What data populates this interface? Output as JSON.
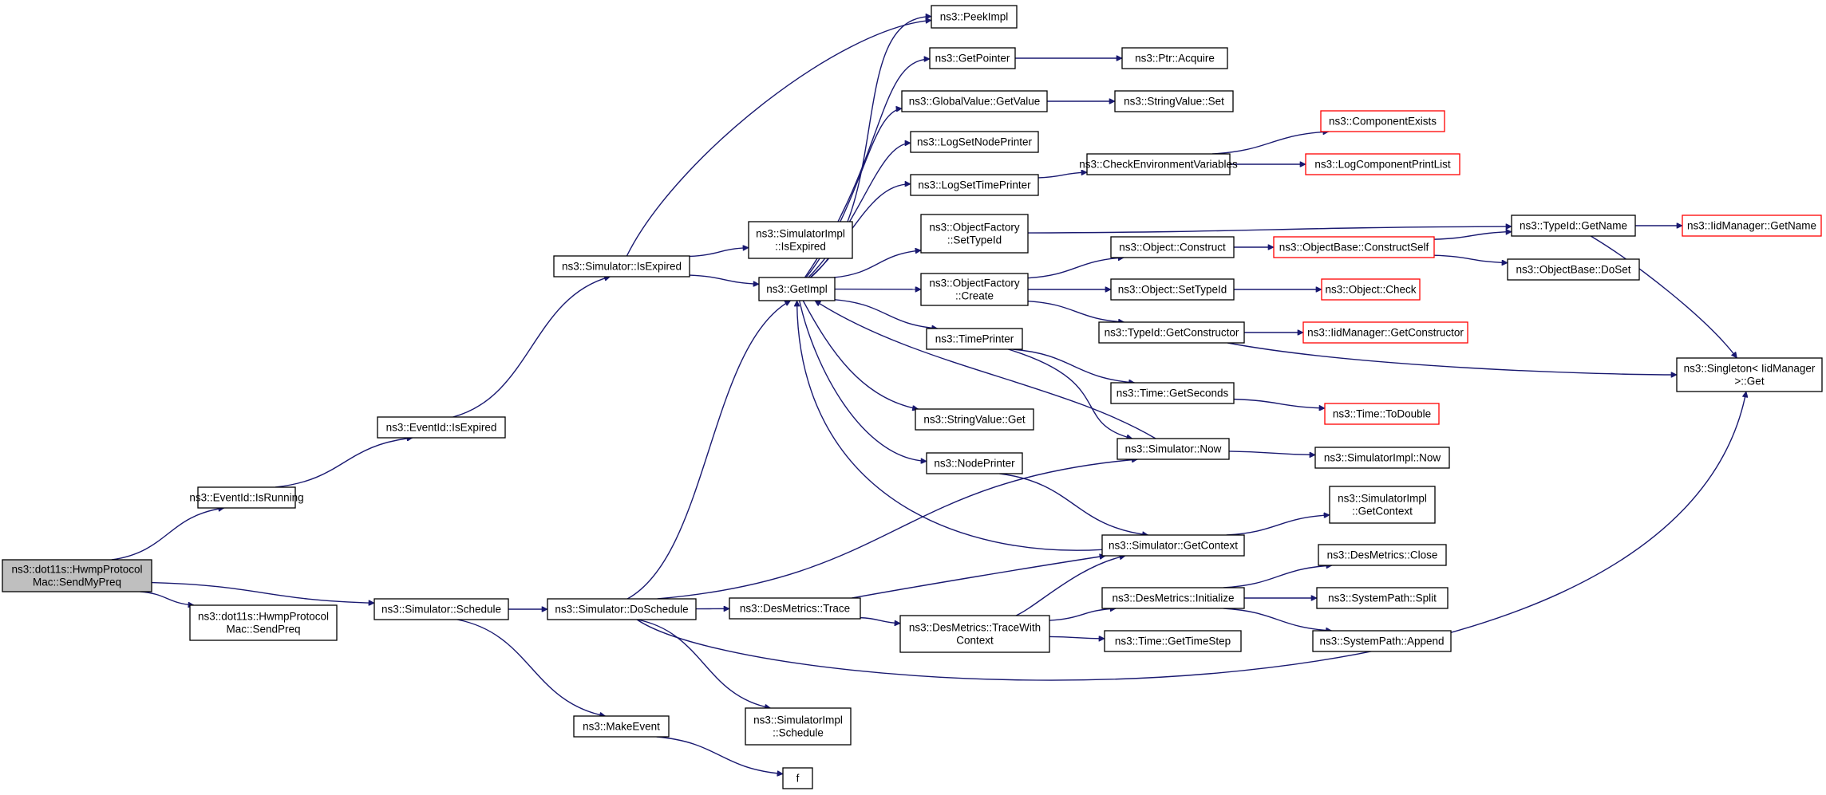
{
  "colors": {
    "edge": "#191970",
    "node_border": "#000000",
    "truncated_border": "#ff0000",
    "root_fill": "#bfbfbf",
    "node_fill": "#ffffff"
  },
  "nodes": [
    {
      "id": "sendmypreq",
      "lines": [
        "ns3::dot11s::HwmpProtocol",
        "Mac::SendMyPreq"
      ],
      "root": true
    },
    {
      "id": "eventid-isrunning",
      "lines": [
        "ns3::EventId::IsRunning"
      ]
    },
    {
      "id": "sendpreq",
      "lines": [
        "ns3::dot11s::HwmpProtocol",
        "Mac::SendPreq"
      ]
    },
    {
      "id": "simulator-schedule",
      "lines": [
        "ns3::Simulator::Schedule"
      ]
    },
    {
      "id": "eventid-isexpired",
      "lines": [
        "ns3::EventId::IsExpired"
      ]
    },
    {
      "id": "simulator-isexpired",
      "lines": [
        "ns3::Simulator::IsExpired"
      ]
    },
    {
      "id": "simulator-doschedule",
      "lines": [
        "ns3::Simulator::DoSchedule"
      ]
    },
    {
      "id": "makeevent",
      "lines": [
        "ns3::MakeEvent"
      ]
    },
    {
      "id": "simulatorimpl-isexpired",
      "lines": [
        "ns3::SimulatorImpl",
        "::IsExpired"
      ]
    },
    {
      "id": "getimpl",
      "lines": [
        "ns3::GetImpl"
      ]
    },
    {
      "id": "simulatorimpl-schedule",
      "lines": [
        "ns3::SimulatorImpl",
        "::Schedule"
      ]
    },
    {
      "id": "f",
      "lines": [
        "f"
      ]
    },
    {
      "id": "peekimpl",
      "lines": [
        "ns3::PeekImpl"
      ]
    },
    {
      "id": "getpointer",
      "lines": [
        "ns3::GetPointer"
      ]
    },
    {
      "id": "globalvalue-getvalue",
      "lines": [
        "ns3::GlobalValue::GetValue"
      ]
    },
    {
      "id": "logsetnodeprinter",
      "lines": [
        "ns3::LogSetNodePrinter"
      ]
    },
    {
      "id": "logsettimeprinter",
      "lines": [
        "ns3::LogSetTimePrinter"
      ]
    },
    {
      "id": "objectfactory-settypeid",
      "lines": [
        "ns3::ObjectFactory",
        "::SetTypeId"
      ]
    },
    {
      "id": "objectfactory-create",
      "lines": [
        "ns3::ObjectFactory",
        "::Create"
      ]
    },
    {
      "id": "timeprinter",
      "lines": [
        "ns3::TimePrinter"
      ]
    },
    {
      "id": "stringvalue-get",
      "lines": [
        "ns3::StringValue::Get"
      ]
    },
    {
      "id": "nodeprinter",
      "lines": [
        "ns3::NodePrinter"
      ]
    },
    {
      "id": "desmetrics-trace",
      "lines": [
        "ns3::DesMetrics::Trace"
      ]
    },
    {
      "id": "desmetrics-tracewithcontext",
      "lines": [
        "ns3::DesMetrics::TraceWith",
        "Context"
      ]
    },
    {
      "id": "ptr-acquire",
      "lines": [
        "ns3::Ptr::Acquire"
      ]
    },
    {
      "id": "stringvalue-set",
      "lines": [
        "ns3::StringValue::Set"
      ]
    },
    {
      "id": "checkenvironmentvariables",
      "lines": [
        "ns3::CheckEnvironmentVariables"
      ]
    },
    {
      "id": "object-construct",
      "lines": [
        "ns3::Object::Construct"
      ]
    },
    {
      "id": "object-settypeid",
      "lines": [
        "ns3::Object::SetTypeId"
      ]
    },
    {
      "id": "typeid-getconstructor",
      "lines": [
        "ns3::TypeId::GetConstructor"
      ]
    },
    {
      "id": "time-getseconds",
      "lines": [
        "ns3::Time::GetSeconds"
      ]
    },
    {
      "id": "simulator-now",
      "lines": [
        "ns3::Simulator::Now"
      ]
    },
    {
      "id": "simulator-getcontext",
      "lines": [
        "ns3::Simulator::GetContext"
      ]
    },
    {
      "id": "desmetrics-initialize",
      "lines": [
        "ns3::DesMetrics::Initialize"
      ]
    },
    {
      "id": "time-gettimestep",
      "lines": [
        "ns3::Time::GetTimeStep"
      ]
    },
    {
      "id": "componentexists",
      "lines": [
        "ns3::ComponentExists"
      ],
      "truncated": true
    },
    {
      "id": "logcomponentprintlist",
      "lines": [
        "ns3::LogComponentPrintList"
      ],
      "truncated": true
    },
    {
      "id": "objectbase-constructself",
      "lines": [
        "ns3::ObjectBase::ConstructSelf"
      ],
      "truncated": true
    },
    {
      "id": "object-check",
      "lines": [
        "ns3::Object::Check"
      ],
      "truncated": true
    },
    {
      "id": "iidmanager-getconstructor",
      "lines": [
        "ns3::IidManager::GetConstructor"
      ],
      "truncated": true
    },
    {
      "id": "time-todouble",
      "lines": [
        "ns3::Time::ToDouble"
      ],
      "truncated": true
    },
    {
      "id": "simulatorimpl-now",
      "lines": [
        "ns3::SimulatorImpl::Now"
      ]
    },
    {
      "id": "simulatorimpl-getcontext",
      "lines": [
        "ns3::SimulatorImpl",
        "::GetContext"
      ]
    },
    {
      "id": "desmetrics-close",
      "lines": [
        "ns3::DesMetrics::Close"
      ]
    },
    {
      "id": "systempath-split",
      "lines": [
        "ns3::SystemPath::Split"
      ]
    },
    {
      "id": "systempath-append",
      "lines": [
        "ns3::SystemPath::Append"
      ]
    },
    {
      "id": "typeid-getname",
      "lines": [
        "ns3::TypeId::GetName"
      ]
    },
    {
      "id": "objectbase-doset",
      "lines": [
        "ns3::ObjectBase::DoSet"
      ]
    },
    {
      "id": "iidmanager-getname",
      "lines": [
        "ns3::IidManager::GetName"
      ],
      "truncated": true
    },
    {
      "id": "singleton-get",
      "lines": [
        "ns3::Singleton< IidManager",
        " >::Get"
      ]
    }
  ],
  "edges": [
    {
      "from": "sendmypreq",
      "to": "eventid-isrunning"
    },
    {
      "from": "sendmypreq",
      "to": "sendpreq"
    },
    {
      "from": "sendmypreq",
      "to": "simulator-schedule"
    },
    {
      "from": "eventid-isrunning",
      "to": "eventid-isexpired"
    },
    {
      "from": "eventid-isexpired",
      "to": "simulator-isexpired"
    },
    {
      "from": "simulator-isexpired",
      "to": "simulatorimpl-isexpired"
    },
    {
      "from": "simulator-isexpired",
      "to": "getimpl"
    },
    {
      "from": "simulator-isexpired",
      "to": "peekimpl"
    },
    {
      "from": "simulator-schedule",
      "to": "simulator-doschedule"
    },
    {
      "from": "simulator-schedule",
      "to": "makeevent"
    },
    {
      "from": "simulator-doschedule",
      "to": "getimpl"
    },
    {
      "from": "simulator-doschedule",
      "to": "desmetrics-trace"
    },
    {
      "from": "simulator-doschedule",
      "to": "simulator-now"
    },
    {
      "from": "simulator-doschedule",
      "to": "simulatorimpl-schedule"
    },
    {
      "from": "simulator-doschedule",
      "to": "singleton-get"
    },
    {
      "from": "makeevent",
      "to": "f"
    },
    {
      "from": "getimpl",
      "to": "peekimpl"
    },
    {
      "from": "getimpl",
      "to": "getpointer"
    },
    {
      "from": "getimpl",
      "to": "globalvalue-getvalue"
    },
    {
      "from": "getimpl",
      "to": "logsetnodeprinter"
    },
    {
      "from": "getimpl",
      "to": "logsettimeprinter"
    },
    {
      "from": "getimpl",
      "to": "objectfactory-settypeid"
    },
    {
      "from": "getimpl",
      "to": "objectfactory-create"
    },
    {
      "from": "getimpl",
      "to": "timeprinter"
    },
    {
      "from": "getimpl",
      "to": "stringvalue-get"
    },
    {
      "from": "getimpl",
      "to": "nodeprinter"
    },
    {
      "from": "getpointer",
      "to": "ptr-acquire"
    },
    {
      "from": "globalvalue-getvalue",
      "to": "stringvalue-set"
    },
    {
      "from": "logsettimeprinter",
      "to": "checkenvironmentvariables"
    },
    {
      "from": "checkenvironmentvariables",
      "to": "componentexists"
    },
    {
      "from": "checkenvironmentvariables",
      "to": "logcomponentprintlist"
    },
    {
      "from": "objectfactory-settypeid",
      "to": "typeid-getname"
    },
    {
      "from": "objectfactory-create",
      "to": "object-construct"
    },
    {
      "from": "objectfactory-create",
      "to": "object-settypeid"
    },
    {
      "from": "objectfactory-create",
      "to": "typeid-getconstructor"
    },
    {
      "from": "object-construct",
      "to": "objectbase-constructself"
    },
    {
      "from": "object-settypeid",
      "to": "object-check"
    },
    {
      "from": "typeid-getconstructor",
      "to": "iidmanager-getconstructor"
    },
    {
      "from": "typeid-getconstructor",
      "to": "singleton-get"
    },
    {
      "from": "objectbase-constructself",
      "to": "typeid-getname"
    },
    {
      "from": "objectbase-constructself",
      "to": "objectbase-doset"
    },
    {
      "from": "typeid-getname",
      "to": "iidmanager-getname"
    },
    {
      "from": "typeid-getname",
      "to": "singleton-get"
    },
    {
      "from": "timeprinter",
      "to": "time-getseconds"
    },
    {
      "from": "timeprinter",
      "to": "simulator-now"
    },
    {
      "from": "time-getseconds",
      "to": "time-todouble"
    },
    {
      "from": "simulator-now",
      "to": "getimpl"
    },
    {
      "from": "simulator-now",
      "to": "simulatorimpl-now"
    },
    {
      "from": "nodeprinter",
      "to": "simulator-getcontext"
    },
    {
      "from": "simulator-getcontext",
      "to": "getimpl"
    },
    {
      "from": "simulator-getcontext",
      "to": "simulatorimpl-getcontext"
    },
    {
      "from": "desmetrics-trace",
      "to": "simulator-getcontext"
    },
    {
      "from": "desmetrics-trace",
      "to": "desmetrics-tracewithcontext"
    },
    {
      "from": "desmetrics-tracewithcontext",
      "to": "simulator-getcontext"
    },
    {
      "from": "desmetrics-tracewithcontext",
      "to": "desmetrics-initialize"
    },
    {
      "from": "desmetrics-tracewithcontext",
      "to": "time-gettimestep"
    },
    {
      "from": "desmetrics-initialize",
      "to": "desmetrics-close"
    },
    {
      "from": "desmetrics-initialize",
      "to": "systempath-split"
    },
    {
      "from": "desmetrics-initialize",
      "to": "systempath-append"
    }
  ]
}
